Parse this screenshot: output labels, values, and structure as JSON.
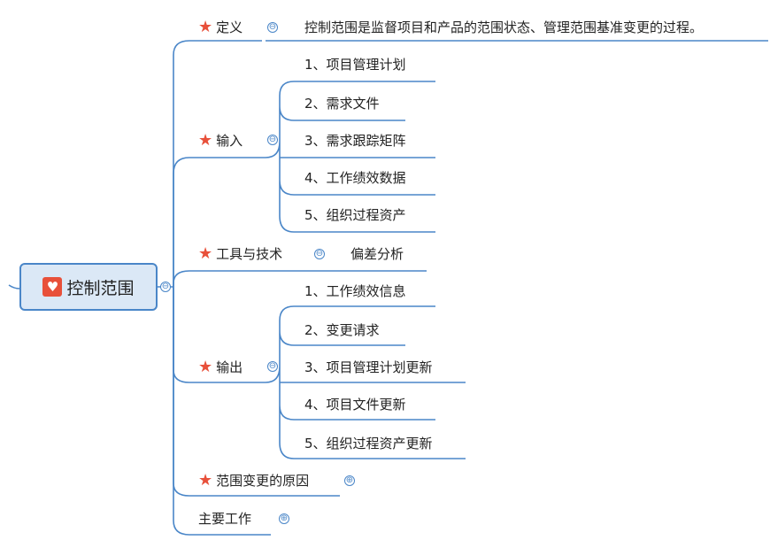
{
  "root": {
    "label": "控制范围",
    "icon": "heart-icon"
  },
  "accent_color": "#4a86c8",
  "marker_color": "#e8503a",
  "branches": {
    "definition": {
      "label": "定义",
      "text": "控制范围是监督项目和产品的范围状态、管理范围基准变更的过程。"
    },
    "input": {
      "label": "输入",
      "items": [
        "1、项目管理计划",
        "2、需求文件",
        "3、需求跟踪矩阵",
        "4、工作绩效数据",
        "5、组织过程资产"
      ]
    },
    "tools": {
      "label": "工具与技术",
      "items": [
        "偏差分析"
      ]
    },
    "output": {
      "label": "输出",
      "items": [
        "1、工作绩效信息",
        "2、变更请求",
        "3、项目管理计划更新",
        "4、项目文件更新",
        "5、组织过程资产更新"
      ]
    },
    "reasons": {
      "label": "范围变更的原因"
    },
    "main_work": {
      "label": "主要工作"
    }
  },
  "toggles": {
    "collapse": "⊖",
    "expand": "⊕"
  }
}
